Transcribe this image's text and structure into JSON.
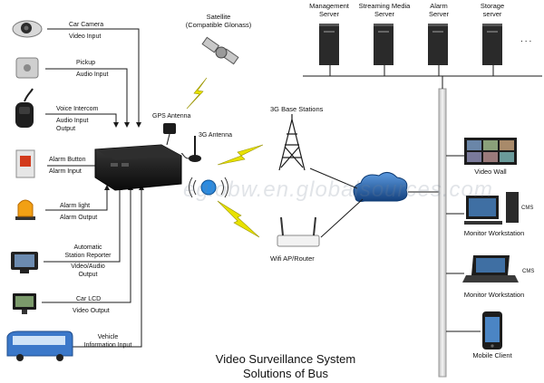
{
  "title": {
    "line1": "Video Surveillance System",
    "line2": "Solutions of Bus"
  },
  "watermark": "eglobw.en.globalsources.com",
  "devices": [
    {
      "label": "Car Camera",
      "sub": "Video  Input",
      "icon": "camera-icon"
    },
    {
      "label": "Pickup",
      "sub": "Audio Input",
      "icon": "microphone-pickup-icon"
    },
    {
      "label": "Voice Intercom",
      "sub": "Audio Input\nOutput",
      "icon": "handheld-mic-icon"
    },
    {
      "label": "Alarm Button",
      "sub": "Alarm Input",
      "icon": "alarm-button-icon"
    },
    {
      "label": "Alarm light",
      "sub": "Alarm Output",
      "icon": "alarm-light-icon"
    },
    {
      "label": "Automatic\nStation Reporter",
      "sub": "Video/Audio\nOutput",
      "icon": "station-reporter-icon"
    },
    {
      "label": "Car LCD",
      "sub": "Video Output",
      "icon": "car-lcd-icon"
    },
    {
      "label": "Vehicle\nInformation Input",
      "sub": "",
      "icon": "bus-icon"
    }
  ],
  "satellite": {
    "label": "Satellite\n(Compatible Glonass)"
  },
  "gps_antenna": "GPS  Antenna",
  "antenna_3g": "3G Antenna",
  "base_stations": "3G Base Stations",
  "wifi_router": "Wifi AP/Router",
  "servers": [
    {
      "label": "Management\nServer"
    },
    {
      "label": "Streaming Media\nServer"
    },
    {
      "label": "Alarm\nServer"
    },
    {
      "label": "Storage\nserver"
    }
  ],
  "servers_more": "...",
  "clients": [
    {
      "label": "Video Wall",
      "tag": ""
    },
    {
      "label": "Monitor Workstation",
      "tag": "CMS"
    },
    {
      "label": "Monitor Workstation",
      "tag": "CMS"
    },
    {
      "label": "Mobile Client",
      "tag": ""
    }
  ],
  "colors": {
    "line": "#1a1a1a",
    "bus_bar": "#e8e8e8",
    "lightning": "#e8e200",
    "cloud": "#1f5ea8",
    "dvr": "#151515"
  }
}
